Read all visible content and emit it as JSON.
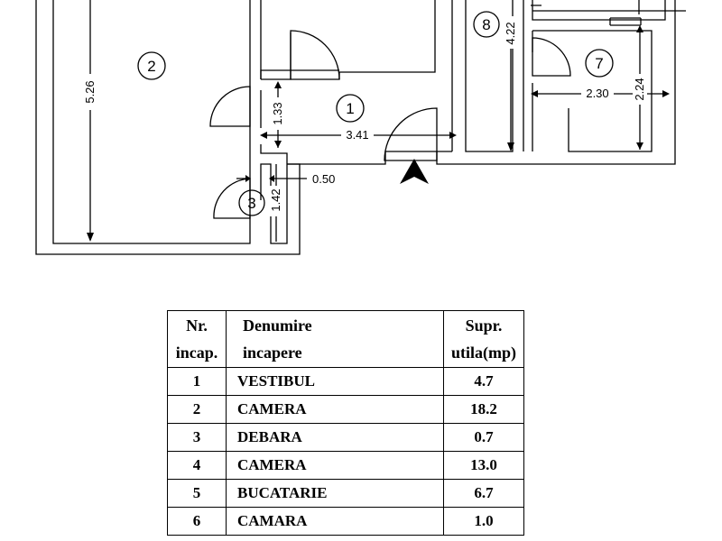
{
  "plan": {
    "dimensions": {
      "d526": "5.26",
      "d133": "1.33",
      "d341": "3.41",
      "d050": "0.50",
      "d142": "1.42",
      "d422": "4.22",
      "d230": "2.30",
      "d224": "2.24"
    },
    "room_numbers": {
      "r1": "1",
      "r2": "2",
      "r3": "3",
      "r7": "7",
      "r8": "8"
    }
  },
  "table": {
    "headers": {
      "nr": [
        "Nr.",
        "incap."
      ],
      "name": [
        "Denumire",
        "incapere"
      ],
      "area": [
        "Supr.",
        "utila(mp)"
      ]
    },
    "rows": [
      {
        "nr": "1",
        "name": "VESTIBUL",
        "area": "4.7"
      },
      {
        "nr": "2",
        "name": "CAMERA",
        "area": "18.2"
      },
      {
        "nr": "3",
        "name": "DEBARA",
        "area": "0.7"
      },
      {
        "nr": "4",
        "name": "CAMERA",
        "area": "13.0"
      },
      {
        "nr": "5",
        "name": "BUCATARIE",
        "area": "6.7"
      },
      {
        "nr": "6",
        "name": "CAMARA",
        "area": "1.0"
      }
    ]
  }
}
